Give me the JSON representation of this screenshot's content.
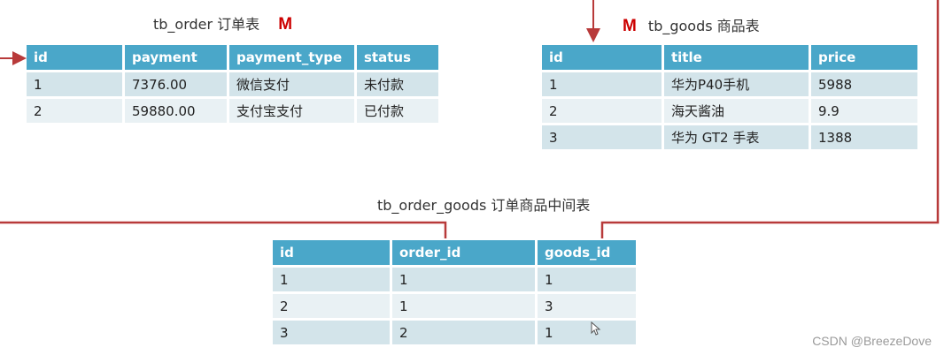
{
  "tables": {
    "order": {
      "title": "tb_order 订单表",
      "marker": "M",
      "columns": [
        "id",
        "payment",
        "payment_type",
        "status"
      ],
      "rows": [
        [
          "1",
          "7376.00",
          "微信支付",
          "未付款"
        ],
        [
          "2",
          "59880.00",
          "支付宝支付",
          "已付款"
        ]
      ]
    },
    "goods": {
      "title": "tb_goods 商品表",
      "marker": "M",
      "columns": [
        "id",
        "title",
        "price"
      ],
      "rows": [
        [
          "1",
          "华为P40手机",
          "5988"
        ],
        [
          "2",
          "海天酱油",
          "9.9"
        ],
        [
          "3",
          "华为 GT2 手表",
          "1388"
        ]
      ]
    },
    "order_goods": {
      "title": "tb_order_goods 订单商品中间表",
      "columns": [
        "id",
        "order_id",
        "goods_id"
      ],
      "rows": [
        [
          "1",
          "1",
          "1"
        ],
        [
          "2",
          "1",
          "3"
        ],
        [
          "3",
          "2",
          "1"
        ]
      ]
    }
  },
  "colors": {
    "header": "#4aa7c9",
    "row_odd": "#d3e4ea",
    "row_even": "#e9f1f4",
    "connector": "#b83a3a",
    "marker": "#cc0000"
  },
  "watermark": "CSDN @BreezeDove"
}
